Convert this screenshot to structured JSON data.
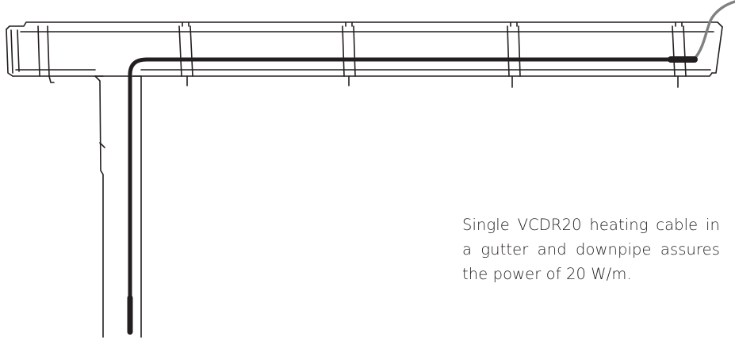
{
  "caption": {
    "text": "Single VCDR20 heating cable in a gutter and downpipe assures the power of 20 W/m."
  },
  "colors": {
    "outline": "#231f20",
    "cable": "#231f20",
    "supply_cord": "#808080",
    "background": "#ffffff"
  },
  "components": {
    "gutter_hanger_count": 5,
    "cable_type": "heating-cable",
    "icons": [
      "gutter-outline",
      "downpipe-outline",
      "heating-cable",
      "power-supply-cord"
    ]
  }
}
